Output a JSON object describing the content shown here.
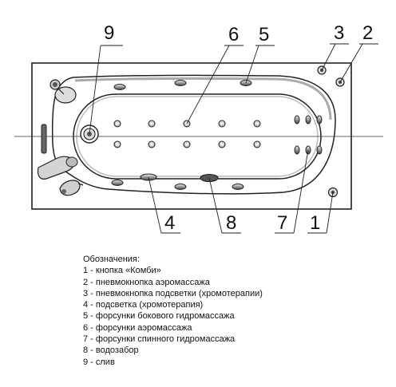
{
  "callouts": {
    "c9": "9",
    "c6": "6",
    "c5": "5",
    "c3": "3",
    "c2": "2",
    "c4": "4",
    "c8": "8",
    "c7": "7",
    "c1": "1"
  },
  "legend": {
    "title": "Обозначения:",
    "items": [
      "1 - кнопка «Комби»",
      "2 - пневмокнопка аэромассажа",
      "3 - пневмокнопка подсветки (хромотерапии)",
      "4 - подсветка (хромотерапия)",
      "5 - форсунки бокового гидромассажа",
      "6 - форсунки аэромассажа",
      "7 - форсунки спинного гидромассажа",
      "8 - водозабор",
      "9 - слив"
    ]
  },
  "colors": {
    "line": "#222222",
    "shading": "#9a9a9a",
    "background": "#ffffff"
  }
}
